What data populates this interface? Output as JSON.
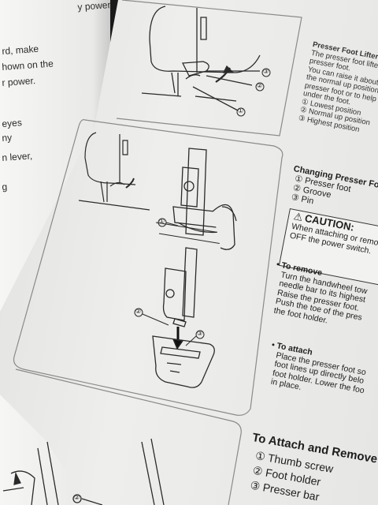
{
  "left_page": {
    "fragments": [
      "y power",
      "rd, make",
      "hown on the",
      "r power.",
      "eyes",
      "ny",
      "n lever,",
      "g"
    ]
  },
  "presser_lifter": {
    "title": "Presser Foot Lifter",
    "lines": [
      "The presser foot lifter",
      "presser foot.",
      "You can raise it about",
      "the normal up position",
      "presser foot or to help",
      "under the foot."
    ],
    "items": [
      "① Lowest position",
      "② Normal up position",
      "③ Highest position"
    ]
  },
  "changing_foot": {
    "title": "Changing Presser Fo",
    "parts": [
      "① Presser foot",
      "② Groove",
      "③ Pin"
    ]
  },
  "caution": {
    "title": "CAUTION:",
    "lines": [
      "When attaching or remo",
      "OFF the power switch."
    ]
  },
  "to_remove": {
    "heading": "• To remove",
    "lines": [
      "Turn the handwheel tow",
      "needle bar to its highest",
      "Raise the presser foot.",
      "Push the toe of the pres",
      "the foot holder."
    ]
  },
  "to_attach": {
    "heading": "• To attach",
    "lines": [
      "Place the presser foot so",
      "foot lines up directly belo",
      "foot holder. Lower the foo",
      "in place."
    ]
  },
  "attach_remove": {
    "title": "To Attach and Remove",
    "items": [
      "① Thumb screw",
      "② Foot holder",
      "③ Presser bar"
    ]
  },
  "figure_callouts": {
    "fig1": [
      "③",
      "②",
      "①"
    ],
    "fig2_top": [
      "①"
    ],
    "fig2_bottom": [
      "②",
      "③"
    ],
    "fig3": [
      "②"
    ]
  },
  "colors": {
    "backdrop_pink": "#e0288a",
    "paper": "#ececea",
    "ink": "#1d1d1d"
  }
}
